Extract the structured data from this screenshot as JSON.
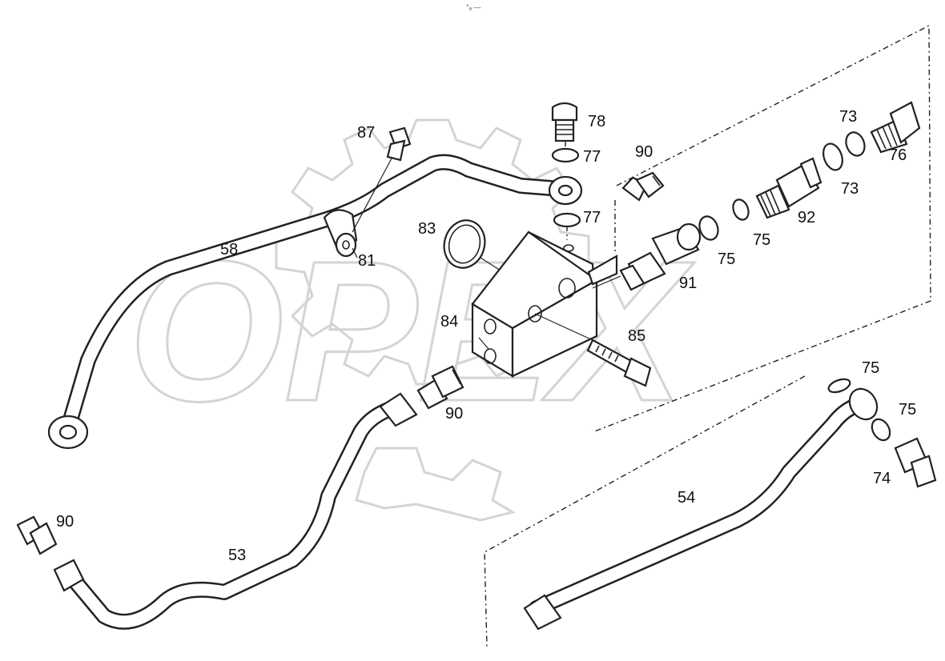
{
  "watermark": {
    "text": "OPEX"
  },
  "header_mark": "°ₐ —",
  "labels": {
    "p53": "53",
    "p54": "54",
    "p58": "58",
    "p73a": "73",
    "p73b": "73",
    "p74": "74",
    "p75a": "75",
    "p75b": "75",
    "p75c": "75",
    "p75d": "75",
    "p76": "76",
    "p77a": "77",
    "p77b": "77",
    "p78": "78",
    "p81": "81",
    "p83": "83",
    "p84": "84",
    "p85": "85",
    "p87": "87",
    "p90a": "90",
    "p90b": "90",
    "p90c": "90",
    "p91": "91",
    "p92": "92"
  },
  "colors": {
    "line": "#222222",
    "watermark": "#d4d4d4",
    "background": "#ffffff"
  }
}
